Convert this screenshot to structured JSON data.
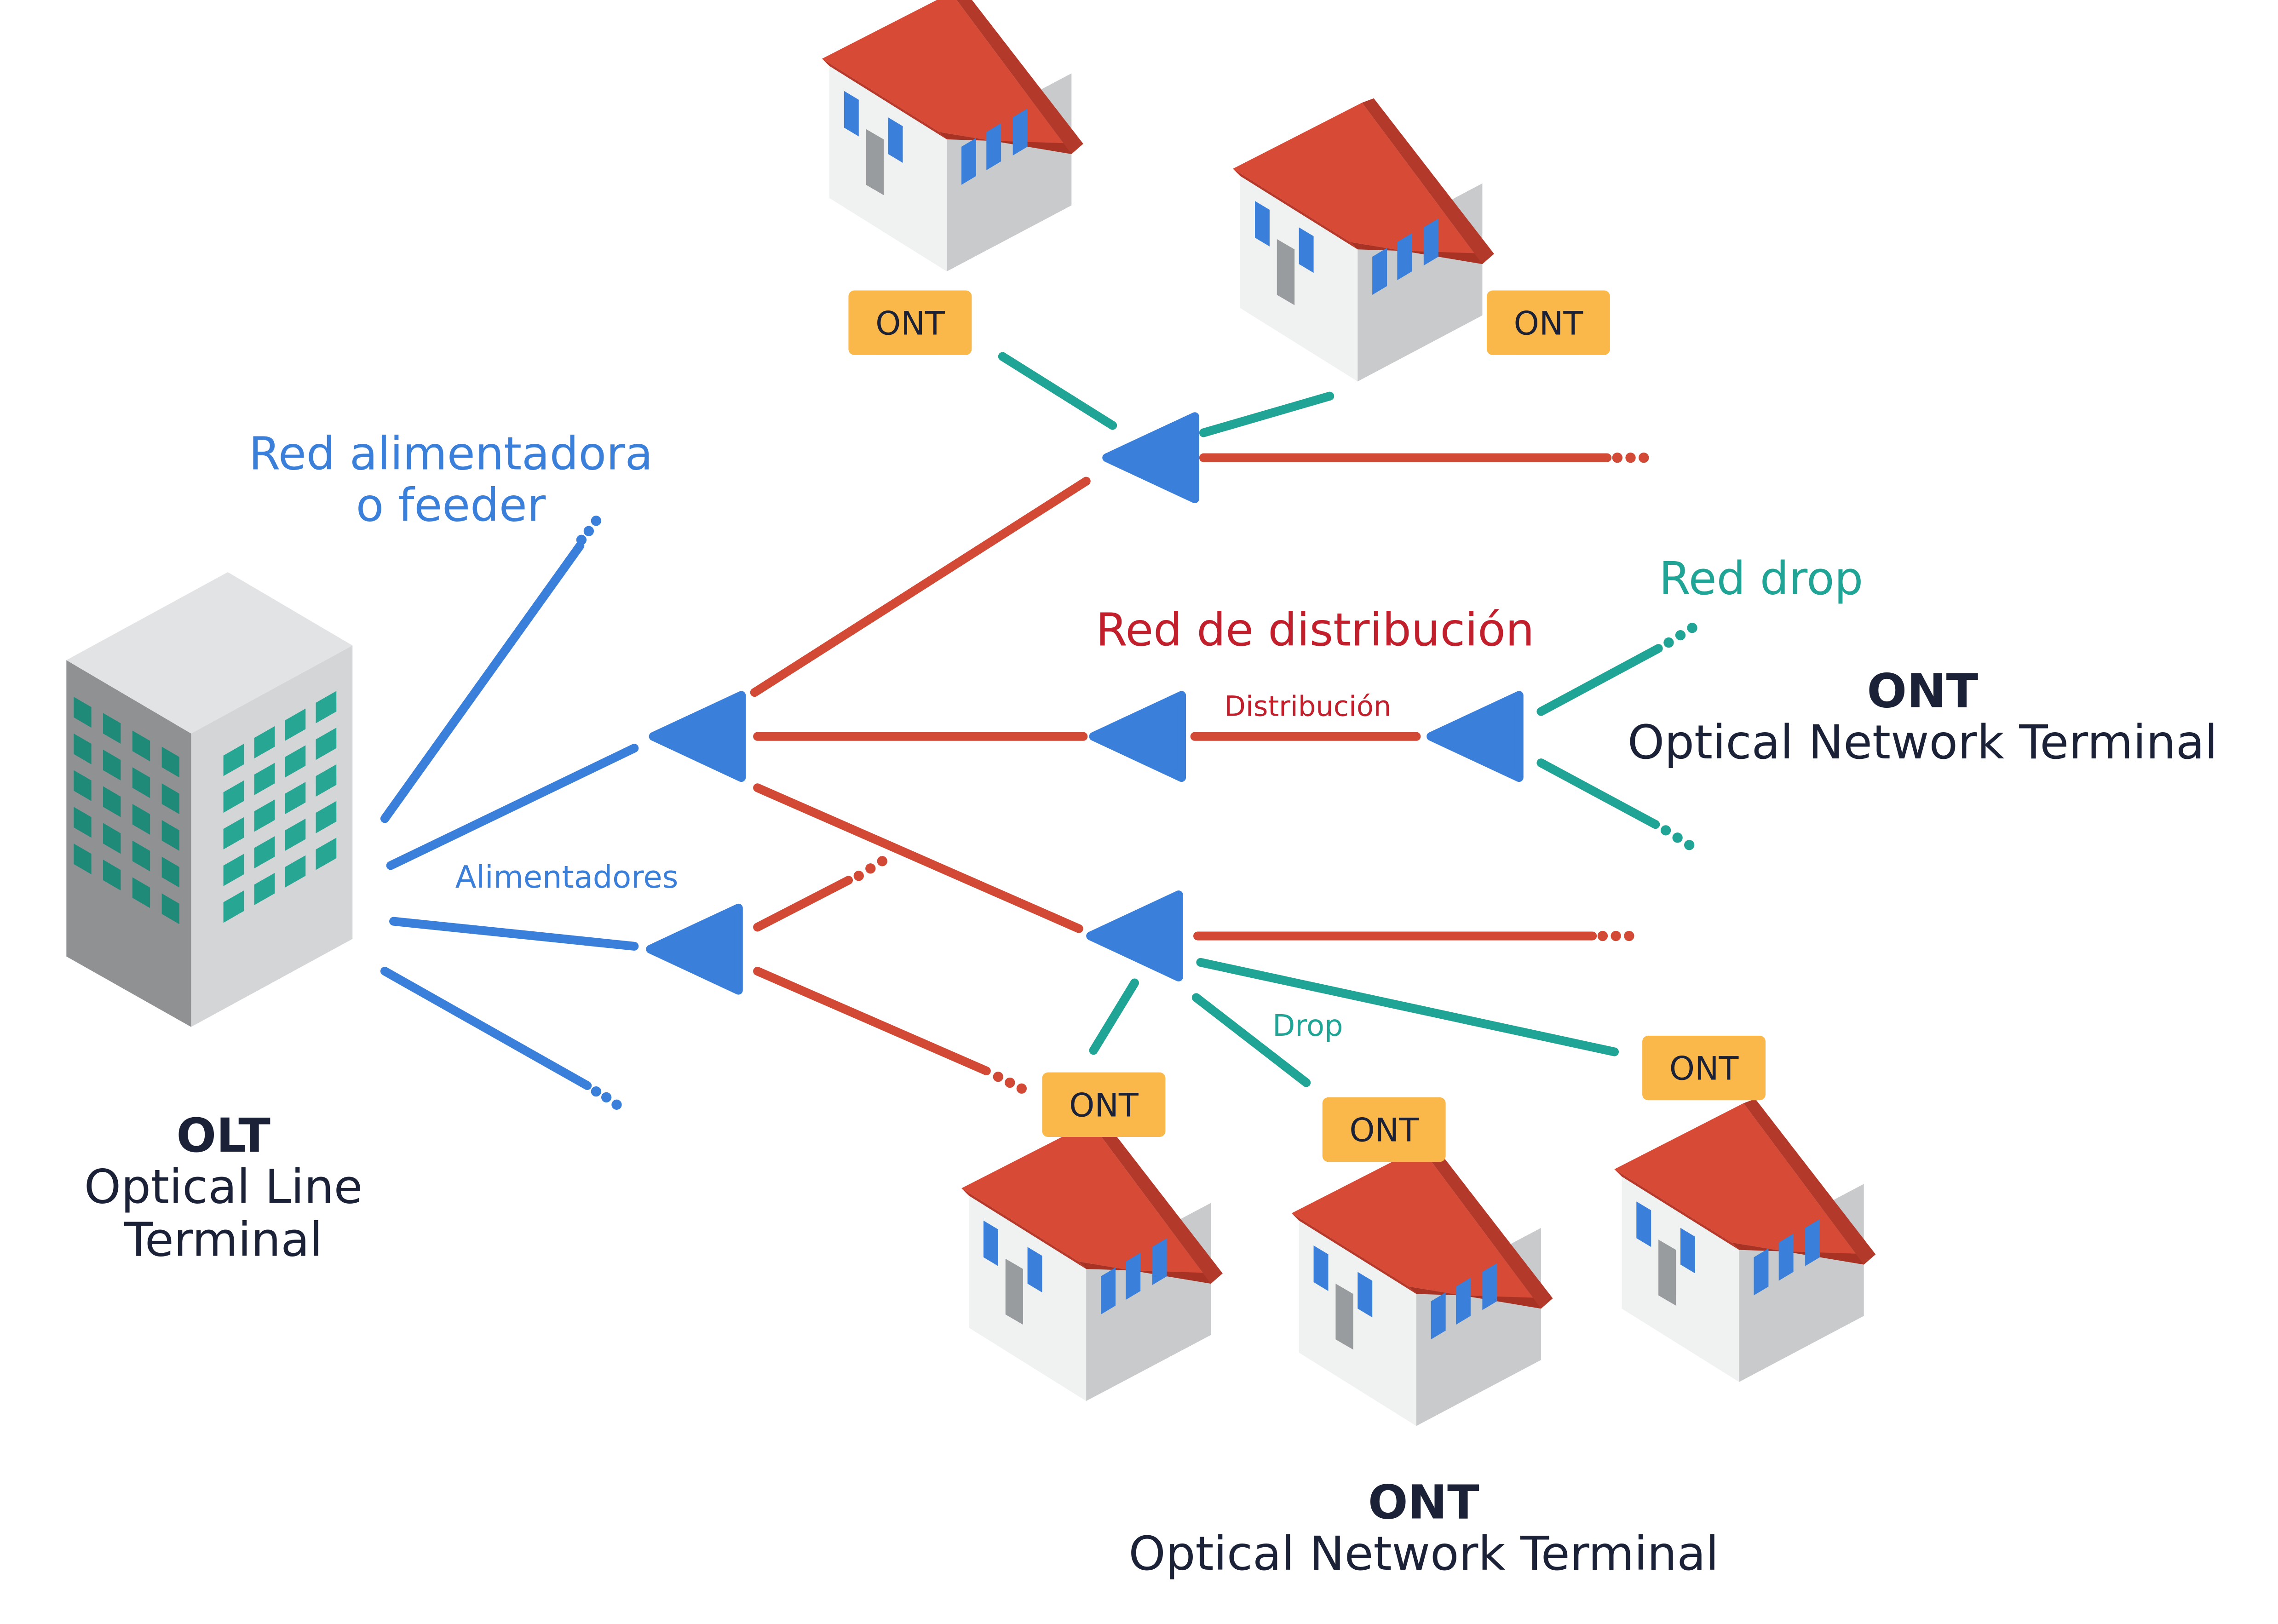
{
  "labels": {
    "red_alimentadora_line1": "Red alimentadora",
    "red_alimentadora_line2": "o feeder",
    "alimentadores": "Alimentadores",
    "red_distribucion": "Red de distribución",
    "distribucion": "Distribución",
    "red_drop": "Red drop",
    "drop": "Drop"
  },
  "olt": {
    "title": "OLT",
    "subtitle_line1": "Optical Line",
    "subtitle_line2": "Terminal"
  },
  "ont_right": {
    "title": "ONT",
    "subtitle": "Optical Network Terminal"
  },
  "ont_bottom": {
    "title": "ONT",
    "subtitle": "Optical Network Terminal"
  },
  "ont_badge_text": "ONT",
  "colors": {
    "feeder_blue": "#3a7fd9",
    "distribution_red": "#d24a35",
    "drop_teal": "#1fa495",
    "badge_orange": "#fbb84a",
    "roof": "#d74a36",
    "dark_text": "#1b2238",
    "red_text": "#c21f2c"
  },
  "icons": {
    "splitter": "triangle-icon",
    "house": "house-icon",
    "building": "building-icon"
  }
}
